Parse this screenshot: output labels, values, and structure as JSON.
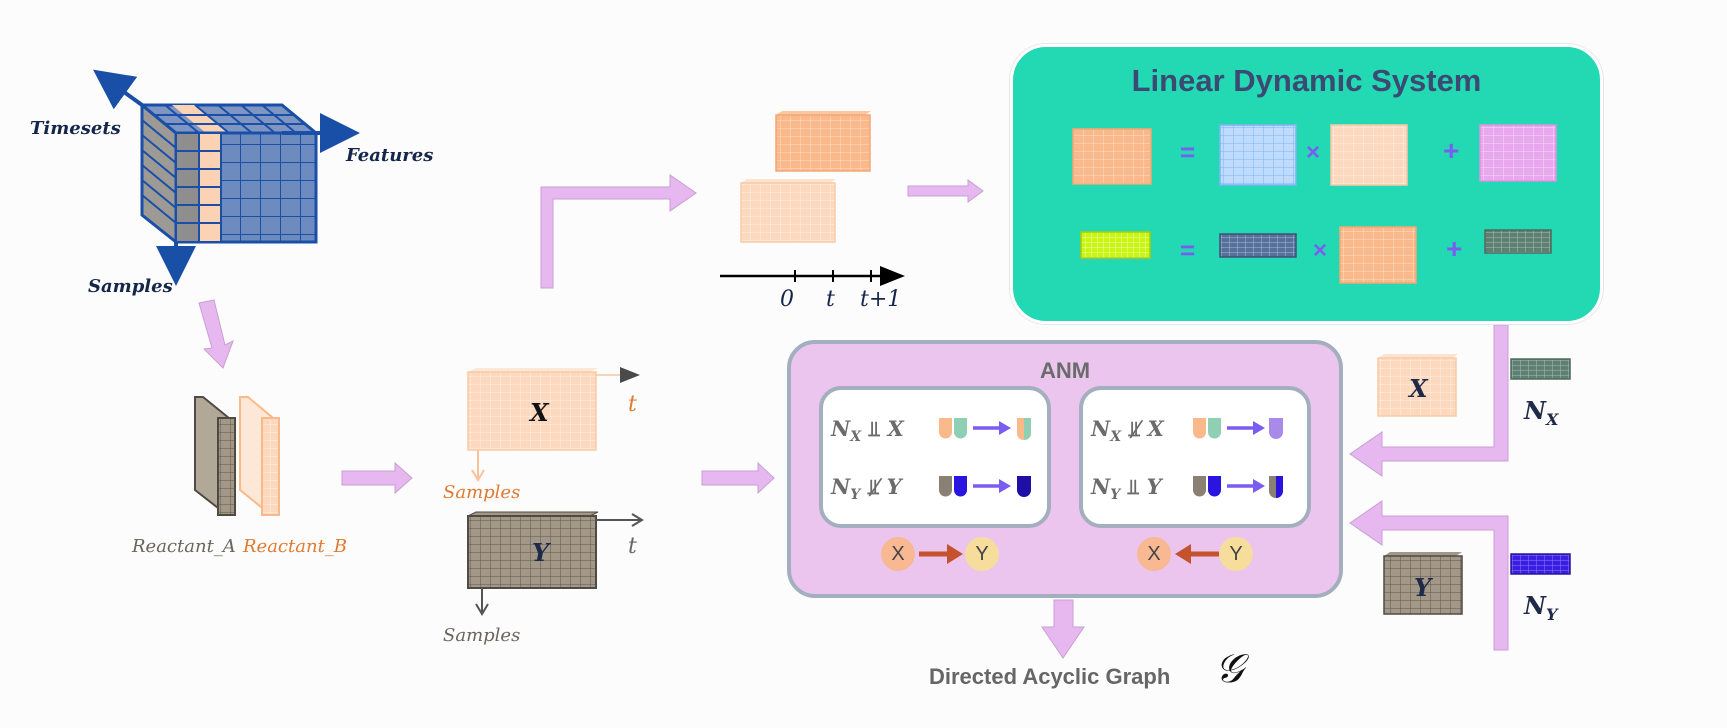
{
  "cube": {
    "axis_timesets": "Timesets",
    "axis_features": "Features",
    "axis_samples": "Samples"
  },
  "reactants": {
    "a": "Reactant_A",
    "b": "Reactant_B"
  },
  "split": {
    "x_label": "X",
    "x_axis": "t",
    "x_samples": "Samples",
    "y_label": "Y",
    "y_axis": "t",
    "y_samples": "Samples"
  },
  "timeline": {
    "ticks": [
      "0",
      "t",
      "t+1"
    ]
  },
  "lds": {
    "title": "Linear Dynamic System",
    "eq": "=",
    "mul": "×",
    "add": "+"
  },
  "anm": {
    "title": "ANM",
    "left_panel": {
      "row1": {
        "n": "N",
        "sub": "X",
        "rel": "⫫",
        "var": "X"
      },
      "row2": {
        "n": "N",
        "sub": "Y",
        "rel": "⫫̸",
        "var": "Y"
      }
    },
    "right_panel": {
      "row1": {
        "n": "N",
        "sub": "X",
        "rel": "⫫̸",
        "var": "X"
      },
      "row2": {
        "n": "N",
        "sub": "Y",
        "rel": "⫫",
        "var": "Y"
      }
    },
    "graph_left": {
      "from": "X",
      "to": "Y"
    },
    "graph_right": {
      "from": "X",
      "to": "Y"
    }
  },
  "right_side": {
    "x_label": "X",
    "nx": "N",
    "nx_sub": "X",
    "y_label": "Y",
    "ny": "N",
    "ny_sub": "Y"
  },
  "output": {
    "label": "Directed Acyclic Graph",
    "symbol": "𝒢"
  },
  "colors": {
    "peach": "#f9b98a",
    "peach_light": "#fbd3b4",
    "taupe": "#8a8174",
    "blue": "#1a4fa8",
    "teal": "#22d9b3",
    "pink": "#ecc5ef",
    "arrow_pink": "#e7b8ef",
    "violet": "#7b5cf0"
  }
}
